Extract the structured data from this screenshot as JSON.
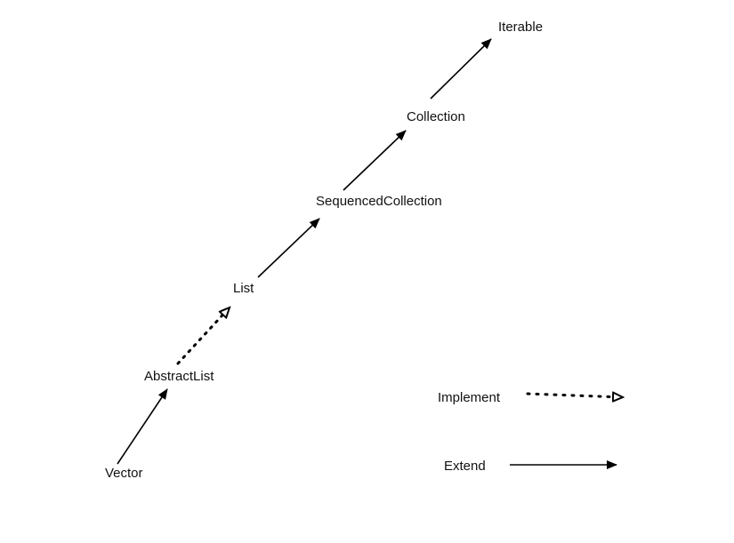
{
  "nodes": {
    "iterable": "Iterable",
    "collection": "Collection",
    "sequenced_collection": "SequencedCollection",
    "list": "List",
    "abstract_list": "AbstractList",
    "vector": "Vector"
  },
  "edges": [
    {
      "from": "Vector",
      "to": "AbstractList",
      "relation": "extend"
    },
    {
      "from": "AbstractList",
      "to": "List",
      "relation": "implement"
    },
    {
      "from": "List",
      "to": "SequencedCollection",
      "relation": "extend"
    },
    {
      "from": "SequencedCollection",
      "to": "Collection",
      "relation": "extend"
    },
    {
      "from": "Collection",
      "to": "Iterable",
      "relation": "extend"
    }
  ],
  "legend": {
    "implement_label": "Implement",
    "extend_label": "Extend"
  },
  "colors": {
    "line": "#000000",
    "text": "#111111",
    "background": "#ffffff"
  }
}
